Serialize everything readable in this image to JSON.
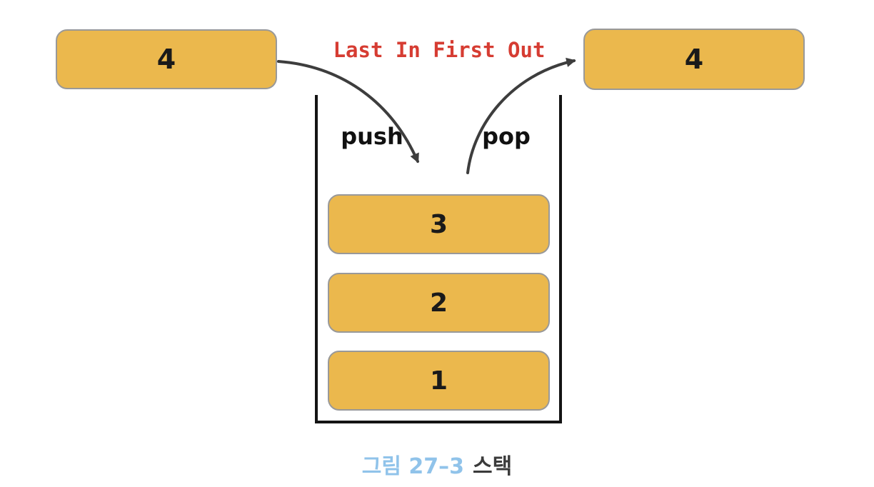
{
  "title": {
    "text": "Last In First Out"
  },
  "incoming_item": {
    "value": "4"
  },
  "outgoing_item": {
    "value": "4"
  },
  "operations": {
    "push": "push",
    "pop": "pop"
  },
  "stack": {
    "items": [
      "3",
      "2",
      "1"
    ]
  },
  "caption": {
    "label": "그림 27–3",
    "title": "스택"
  },
  "colors": {
    "box_fill": "#ebb84d",
    "box_border": "#999999",
    "title_red": "#d63c32",
    "arrow": "#3d3d3d",
    "wall": "#141414",
    "caption_label": "#90c3ea",
    "caption_title": "#3b3b3b",
    "value_text": "#1a1a1a"
  }
}
